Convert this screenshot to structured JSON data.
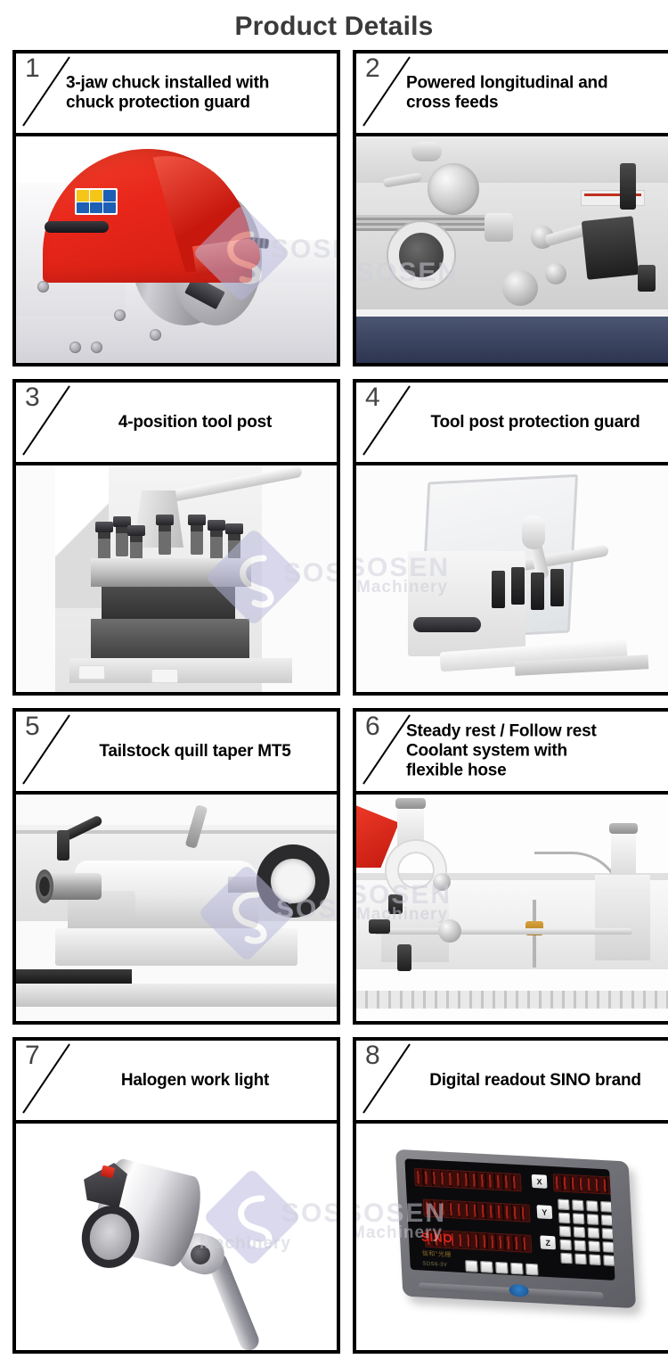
{
  "header": {
    "title": "Product Details"
  },
  "watermark": {
    "brand": "SOSEN",
    "tagline": "Machinery",
    "logo_color": "#b9b8dd",
    "text_color": "#cfd0dc"
  },
  "colors": {
    "title_text": "#3a3a3a",
    "card_border": "#000000",
    "number_text": "#444444",
    "label_text": "#000000",
    "accent_red": "#e8261a",
    "dro_brand_red": "#e0241a",
    "machine_blue": "#2d3550"
  },
  "cards": [
    {
      "number": "1",
      "label": "3-jaw chuck installed with\nchuck protection guard",
      "align": "left",
      "image_name": "chuck-with-protection-guard-photo"
    },
    {
      "number": "2",
      "label": "Powered longitudinal and\ncross feeds",
      "align": "left",
      "image_name": "powered-feeds-apron-photo"
    },
    {
      "number": "3",
      "label": "4-position tool post",
      "align": "center",
      "image_name": "four-position-tool-post-photo"
    },
    {
      "number": "4",
      "label": "Tool post protection guard",
      "align": "center",
      "image_name": "tool-post-protection-guard-photo"
    },
    {
      "number": "5",
      "label": "Tailstock quill taper MT5",
      "align": "center",
      "image_name": "tailstock-quill-photo"
    },
    {
      "number": "6",
      "label": "Steady rest / Follow rest\nCoolant system with\nflexible hose",
      "align": "left",
      "image_name": "steady-rest-coolant-photo"
    },
    {
      "number": "7",
      "label": "Halogen work light",
      "align": "center",
      "image_name": "halogen-work-light-photo"
    },
    {
      "number": "8",
      "label": "Digital readout SINO brand",
      "align": "center",
      "image_name": "digital-readout-sino-photo"
    }
  ],
  "dro": {
    "brand": "SINO",
    "brand_sub": "信和°光栅",
    "model": "SDS6-3V",
    "axes": [
      "X",
      "Y",
      "Z"
    ],
    "display_rows": 3
  }
}
